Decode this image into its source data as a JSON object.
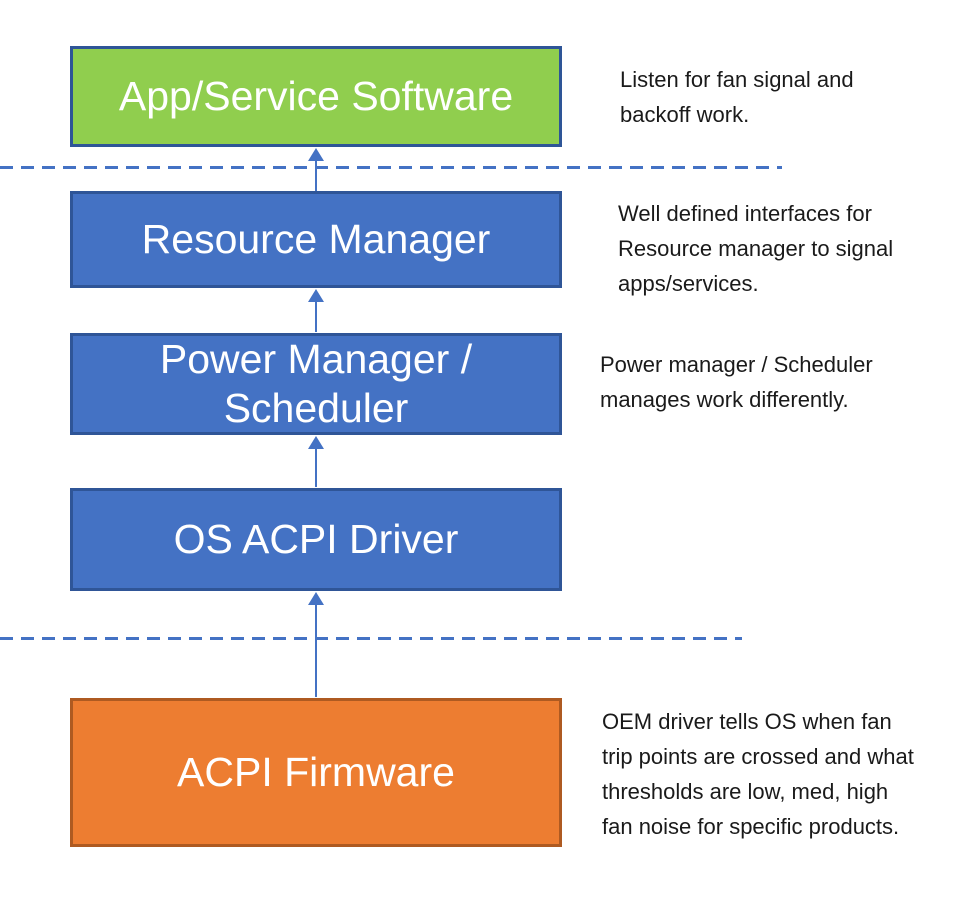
{
  "diagram": {
    "layers": [
      {
        "label": "App/Service Software",
        "fill": "#90CE4E",
        "border": "#2E5597"
      },
      {
        "label": "Resource Manager",
        "fill": "#4472C4",
        "border": "#2F5597"
      },
      {
        "label": "Power Manager / Scheduler",
        "fill": "#4472C4",
        "border": "#2F5597"
      },
      {
        "label": "OS ACPI Driver",
        "fill": "#4472C4",
        "border": "#2F5597"
      },
      {
        "label": "ACPI Firmware",
        "fill": "#ED7D31",
        "border": "#AE5A21"
      }
    ],
    "annotations": [
      {
        "text": "Listen for fan signal and backoff work."
      },
      {
        "text": "Well defined interfaces for Resource manager to signal apps/services."
      },
      {
        "text": "Power manager / Scheduler manages work differently."
      },
      {
        "text": "OEM driver tells OS when fan trip points are crossed and what thresholds are low, med, high fan noise for specific products."
      }
    ],
    "colors": {
      "arrow": "#4472C4",
      "dashed_line": "#4472C4",
      "box_label_text": "#FFFFFF",
      "annotation_text": "#1A1A1A"
    }
  }
}
